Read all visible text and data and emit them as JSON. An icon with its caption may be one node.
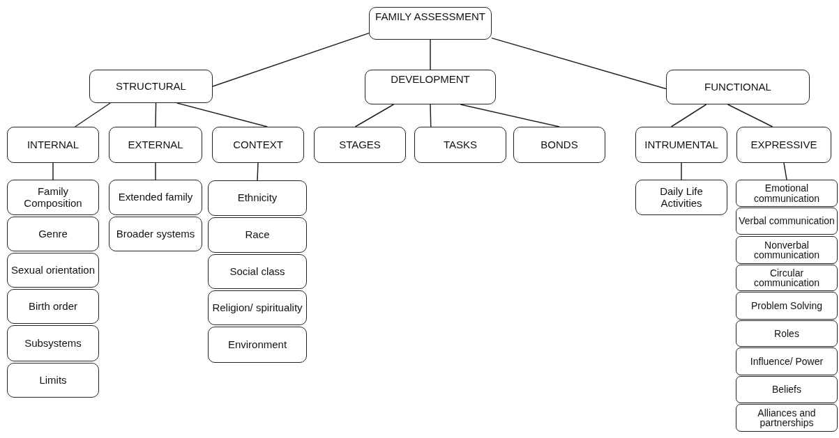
{
  "diagram": {
    "nodes": [
      {
        "text": [
          "FAMILY ASSESSMENT"
        ]
      },
      {
        "text": [
          "STRUCTURAL"
        ]
      },
      {
        "text": [
          "DEVELOPMENT"
        ]
      },
      {
        "text": [
          "FUNCTIONAL"
        ]
      },
      {
        "text": [
          "INTERNAL"
        ]
      },
      {
        "text": [
          "EXTERNAL"
        ]
      },
      {
        "text": [
          "CONTEXT"
        ]
      },
      {
        "text": [
          "STAGES"
        ]
      },
      {
        "text": [
          "TASKS"
        ]
      },
      {
        "text": [
          "BONDS"
        ]
      },
      {
        "text": [
          "INTRUMENTAL"
        ]
      },
      {
        "text": [
          "EXPRESSIVE"
        ]
      },
      {
        "text": [
          "Family Composition"
        ]
      },
      {
        "text": [
          "Genre"
        ]
      },
      {
        "text": [
          "Sexual orientation"
        ]
      },
      {
        "text": [
          "Birth order"
        ]
      },
      {
        "text": [
          "Subsystems"
        ]
      },
      {
        "text": [
          "Limits"
        ]
      },
      {
        "text": [
          "Extended family"
        ]
      },
      {
        "text": [
          "Broader systems"
        ]
      },
      {
        "text": [
          "Ethnicity"
        ]
      },
      {
        "text": [
          "Race"
        ]
      },
      {
        "text": [
          "Social class"
        ]
      },
      {
        "text": [
          "Religion/ spirituality"
        ]
      },
      {
        "text": [
          "Environment"
        ]
      },
      {
        "text": [
          "Daily Life Activities"
        ]
      },
      {
        "text": [
          "Emotional communication"
        ]
      },
      {
        "text": [
          "Verbal communication"
        ]
      },
      {
        "text": [
          "Nonverbal communication"
        ]
      },
      {
        "text": [
          "Circular communication"
        ]
      },
      {
        "text": [
          "Problem Solving"
        ]
      },
      {
        "text": [
          "Roles"
        ]
      },
      {
        "text": [
          "Influence/ Power"
        ]
      },
      {
        "text": [
          "Beliefs"
        ]
      },
      {
        "text": [
          "Alliances and partnerships"
        ]
      }
    ],
    "edges": [
      {
        "from": 0,
        "to": 1,
        "arrow": "none"
      },
      {
        "from": 0,
        "to": 2,
        "arrow": "none"
      },
      {
        "from": 0,
        "to": 3,
        "arrow": "none"
      },
      {
        "from": 1,
        "to": 4,
        "arrow": "none"
      },
      {
        "from": 1,
        "to": 5,
        "arrow": "none"
      },
      {
        "from": 1,
        "to": 6,
        "arrow": "none"
      },
      {
        "from": 2,
        "to": 7,
        "arrow": "none"
      },
      {
        "from": 2,
        "to": 8,
        "arrow": "none"
      },
      {
        "from": 2,
        "to": 9,
        "arrow": "none"
      },
      {
        "from": 3,
        "to": 10,
        "arrow": "none"
      },
      {
        "from": 3,
        "to": 11,
        "arrow": "none"
      },
      {
        "from": 4,
        "to": 12,
        "arrow": "none"
      },
      {
        "from": 5,
        "to": 18,
        "arrow": "none"
      },
      {
        "from": 6,
        "to": 20,
        "arrow": "none"
      },
      {
        "from": 10,
        "to": 25,
        "arrow": "none"
      },
      {
        "from": 11,
        "to": 26,
        "arrow": "none"
      }
    ]
  }
}
